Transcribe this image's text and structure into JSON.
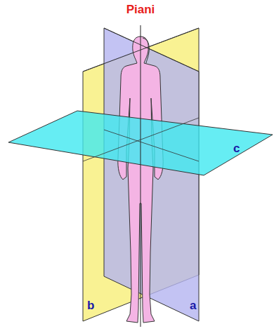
{
  "diagram": {
    "title": "Piani",
    "labels": [
      "b",
      "a",
      "c"
    ]
  }
}
